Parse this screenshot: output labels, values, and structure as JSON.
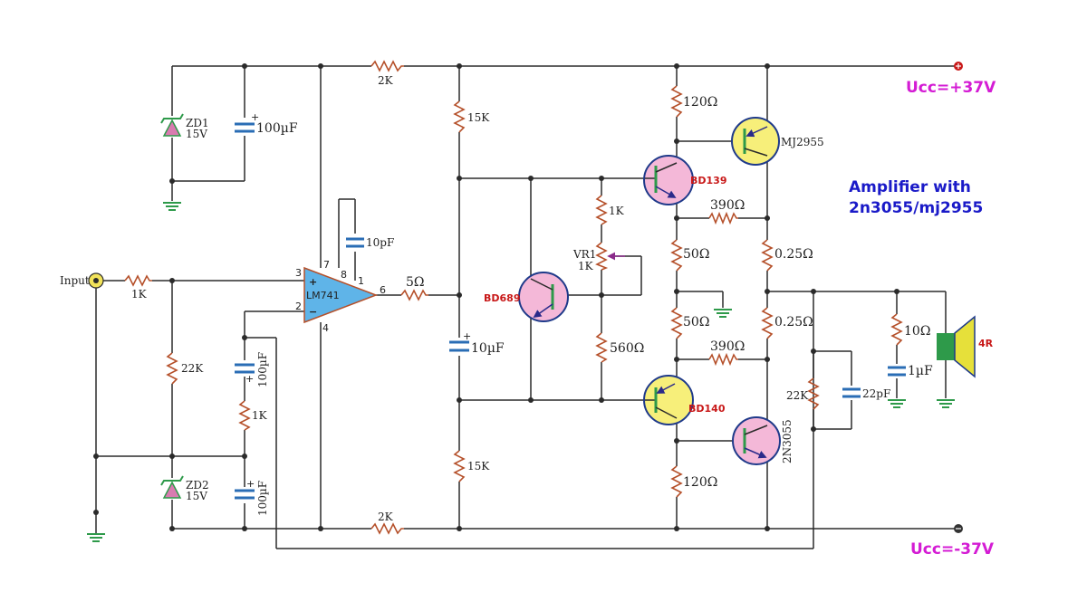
{
  "labels": {
    "ucc_pos": "Ucc=+37V",
    "ucc_neg": "Ucc=-37V",
    "title_line1": "Amplifier with",
    "title_line2": "2n3055/mj2955",
    "input": "Input",
    "r_input": "1K",
    "r_22k_left": "22K",
    "r_1k_fb": "1K",
    "r_2k_top": "2K",
    "r_2k_bot": "2K",
    "r_15k_top": "15K",
    "r_15k_bot": "15K",
    "r_5ohm": "5Ω",
    "r_1k_vr": "1K",
    "r_560": "560Ω",
    "r_120_top": "120Ω",
    "r_120_bot": "120Ω",
    "r_390_top": "390Ω",
    "r_390_bot": "390Ω",
    "r_50_top": "50Ω",
    "r_50_bot": "50Ω",
    "r_025_top": "0.25Ω",
    "r_025_bot": "0.25Ω",
    "r_22k_right": "22K",
    "r_10ohm": "10Ω",
    "vr1_name": "VR1",
    "vr1_value": "1K",
    "zd1_name": "ZD1",
    "zd1_value": "15V",
    "zd2_name": "ZD2",
    "zd2_value": "15V",
    "c_100uf_top": "100µF",
    "c_100uf_mid": "100µF",
    "c_100uf_bot": "100µF",
    "c_10pf": "10pF",
    "c_10uf": "10µF",
    "c_22pf": "22pF",
    "c_1uf": "1µF",
    "opamp": "LM741",
    "pin3": "3",
    "pin2": "2",
    "pin7": "7",
    "pin8": "8",
    "pin1": "1",
    "pin6": "6",
    "pin4": "4",
    "q_bd139": "BD139",
    "q_bd140": "BD140",
    "q_bd689": "BD689",
    "q_mj2955": "MJ2955",
    "q_2n3055": "2N3055",
    "speaker": "4R"
  },
  "colors": {
    "wire": "#2b2b2b",
    "resistor": "#b5502a",
    "capacitor": "#2a6db5",
    "ground": "#2e9a4a",
    "npn_fill": "#f4b8d8",
    "pnp_fill": "#f7ef7a",
    "opamp_fill": "#5fb4e8",
    "speaker_fill": "#e6e03a",
    "supply_label": "#d41cd4",
    "title": "#1a1ac8",
    "transistor_label": "#c81818"
  }
}
